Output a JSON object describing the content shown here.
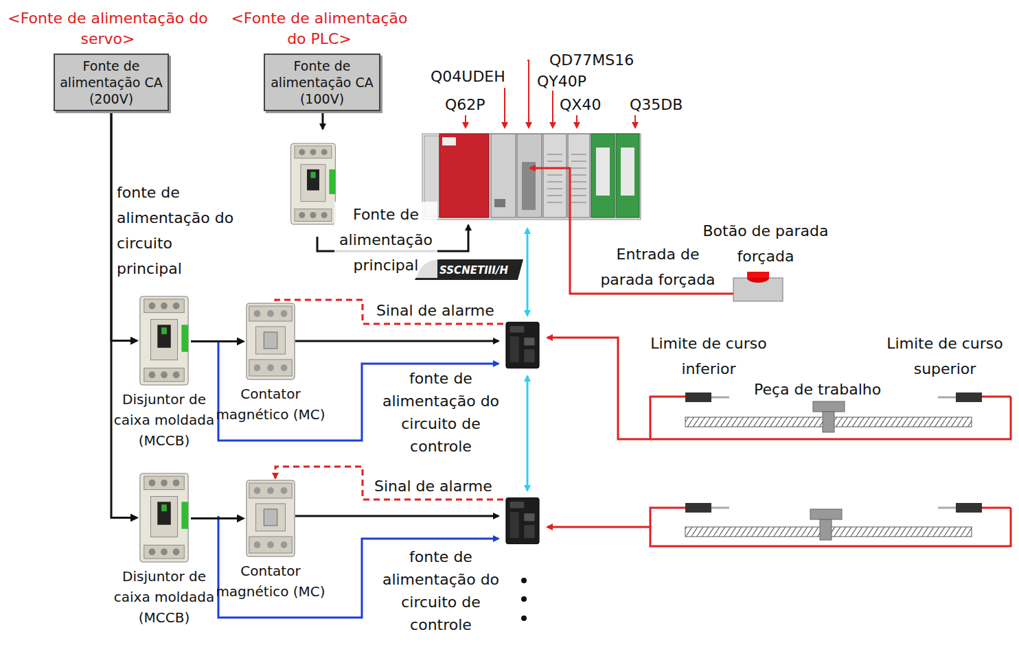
{
  "diagram": {
    "nodes": [
      {
        "text": [
          "Fonte de alimentação CA (200V)"
        ]
      },
      {
        "text": [
          "Fonte de alimentação CA (100V)"
        ]
      },
      {
        "text": [
          "Disjuntor de caixa moldada (MCCB)"
        ]
      },
      {
        "text": [
          "Contator magnético (MC)"
        ]
      },
      {
        "text": [
          "Disjuntor de caixa moldada (MCCB)"
        ]
      },
      {
        "text": [
          "Contator magnético (MC)"
        ]
      }
    ],
    "edges": [
      {
        "from": 0,
        "to": 2,
        "arrow": "to"
      },
      {
        "from": 0,
        "to": 4,
        "arrow": "to"
      },
      {
        "from": 2,
        "to": 3,
        "arrow": "to"
      },
      {
        "from": 4,
        "to": 5,
        "arrow": "to"
      }
    ],
    "labels": [
      "<Fonte de alimentação do servo>",
      "<Fonte de alimentação do PLC>",
      "fonte de alimentação do circuito principal",
      "Fonte de alimentação principal",
      "SSCNETIII/H",
      "Q04UDEH",
      "Q62P",
      "QD77MS16",
      "QY40P",
      "QX40",
      "Q35DB",
      "Botão de parada forçada",
      "Entrada de parada forçada",
      "Sinal de alarme",
      "fonte de alimentação do circuito de controle",
      "Limite de curso inferior",
      "Peça de trabalho",
      "Limite de curso superior",
      "Sinal de alarme",
      "fonte de alimentação do circuito de controle"
    ]
  }
}
